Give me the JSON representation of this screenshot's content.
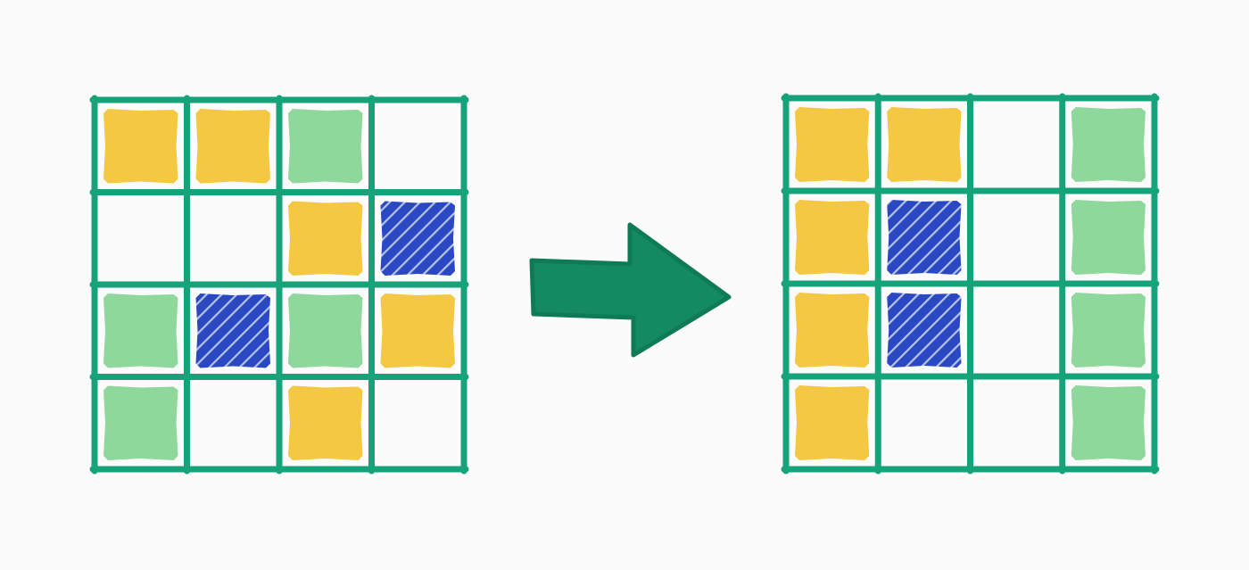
{
  "colors": {
    "background": "#fbfbfc",
    "grid_line": "#17a37a",
    "arrow": "#148a63",
    "cell_colors": {
      "Y": "#f2c028",
      "G": "#7fd38d",
      "B": "#1f3fbf"
    }
  },
  "legend": {
    "Y": "yellow-cell",
    "G": "green-cell",
    "B": "blue-cell",
    ".": "empty-cell"
  },
  "grids": [
    {
      "name": "input-grid",
      "rows": [
        [
          "Y",
          "Y",
          "G",
          "."
        ],
        [
          ".",
          ".",
          "Y",
          "B"
        ],
        [
          "G",
          "B",
          "G",
          "Y"
        ],
        [
          "G",
          ".",
          "Y",
          "."
        ]
      ]
    },
    {
      "name": "output-grid",
      "rows": [
        [
          "Y",
          "Y",
          ".",
          "G"
        ],
        [
          "Y",
          "B",
          ".",
          "G"
        ],
        [
          "Y",
          "B",
          ".",
          "G"
        ],
        [
          "Y",
          ".",
          ".",
          "G"
        ]
      ]
    }
  ],
  "arrow": {
    "icon": "right-arrow-icon",
    "direction": "right"
  }
}
